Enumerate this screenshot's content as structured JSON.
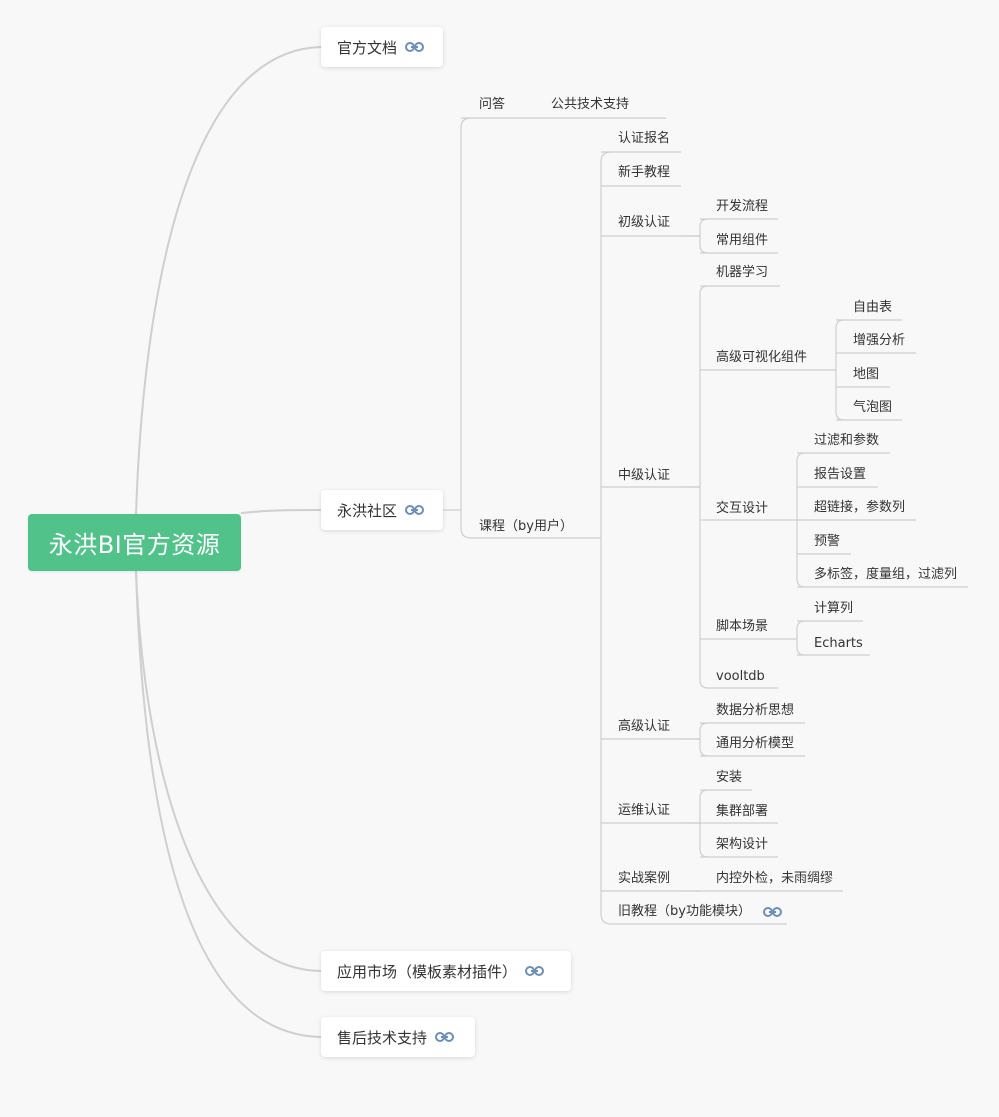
{
  "root": {
    "label": "永洪BI官方资源"
  },
  "cards": {
    "docs": "官方文档",
    "community": "永洪社区",
    "market": "应用市场（模板素材插件）",
    "support": "售后技术支持"
  },
  "community": {
    "qa": {
      "label": "问答",
      "child": "公共技术支持"
    },
    "courses": {
      "label": "课程（by用户）",
      "items": {
        "cert_signup": "认证报名",
        "beginner_tutorial": "新手教程",
        "primary": {
          "label": "初级认证",
          "children": [
            "开发流程",
            "常用组件"
          ]
        },
        "intermediate": {
          "label": "中级认证",
          "ml": "机器学习",
          "adv_viz": {
            "label": "高级可视化组件",
            "children": [
              "自由表",
              "增强分析",
              "地图",
              "气泡图"
            ]
          },
          "interaction": {
            "label": "交互设计",
            "children": [
              "过滤和参数",
              "报告设置",
              "超链接，参数列",
              "预警",
              "多标签，度量组，过滤列"
            ]
          },
          "script": {
            "label": "脚本场景",
            "children": [
              "计算列",
              "Echarts"
            ]
          },
          "vooltdb": "vooltdb"
        },
        "advanced": {
          "label": "高级认证",
          "children": [
            "数据分析思想",
            "通用分析模型"
          ]
        },
        "ops": {
          "label": "运维认证",
          "children": [
            "安装",
            "集群部署",
            "架构设计"
          ]
        },
        "cases": {
          "label": "实战案例",
          "child": "内控外检，未雨绸缪"
        },
        "old_tutorial": "旧教程（by功能模块）"
      }
    }
  },
  "colors": {
    "root_bg": "#52c28b",
    "line": "#cfcfcf",
    "link_icon": "#6d8fb5",
    "text": "#333333"
  },
  "icons": {
    "link": "link-icon"
  }
}
